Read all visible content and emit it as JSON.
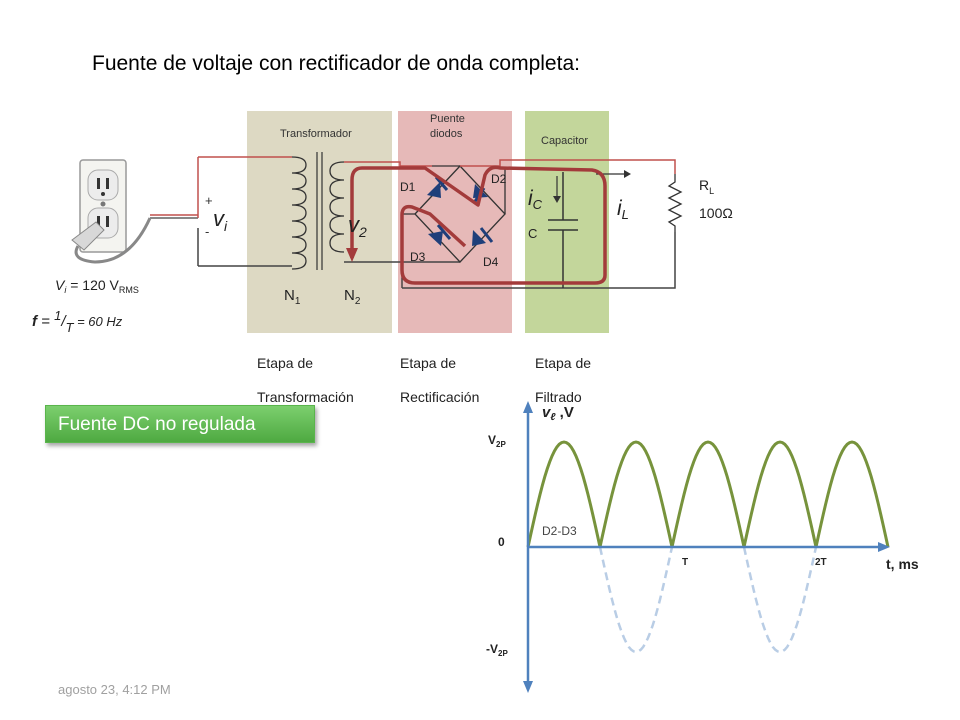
{
  "title": "Fuente de voltaje con rectificador de onda completa:",
  "stages": {
    "transformer": {
      "label": "Transformador",
      "name_line1": "Etapa de",
      "name_line2": "Transformación"
    },
    "bridge": {
      "label_line1": "Puente",
      "label_line2": "diodos",
      "name_line1": "Etapa de",
      "name_line2": "Rectificación"
    },
    "capacitor": {
      "label": "Capacitor",
      "name_line1": "Etapa de",
      "name_line2": "Filtrado"
    }
  },
  "colors": {
    "transformer_bg": "#ddd9c3",
    "bridge_bg": "#e6b9b8",
    "capacitor_bg": "#c3d69b",
    "current_path": "#a33b3b",
    "wave_solid": "#77933c",
    "wave_dashed": "#b9cde5",
    "axis": "#4f81bd",
    "button": "#5cb84c"
  },
  "circuit": {
    "plus": "+",
    "minus": "-",
    "vi": "v",
    "vi_sub": "i",
    "v2": "v",
    "v2_sub": "2",
    "n1": "N",
    "n1_sub": "1",
    "n2": "N",
    "n2_sub": "2",
    "source_v": "V",
    "source_v_sub": "i",
    "source_eq": " = 120 V",
    "source_unit": "RMS",
    "freq_f": "f",
    "freq_eq": " = ",
    "freq_num": "1",
    "freq_den": "T",
    "freq_val": " = 60 Hz",
    "d1": "D1",
    "d2": "D2",
    "d3": "D3",
    "d4": "D4",
    "ic": "i",
    "ic_sub": "C",
    "il": "i",
    "il_sub": "L",
    "c": "C",
    "rl": "R",
    "rl_sub": "L",
    "rl_value": "100Ω"
  },
  "button": {
    "label": "Fuente DC no regulada"
  },
  "graph": {
    "y_axis_label": "v",
    "y_axis_sub": "ℓ",
    "y_axis_unit": " ,V",
    "v2p": "V",
    "v2p_sub": "2P",
    "neg_v2p": "-V",
    "neg_v2p_sub": "2P",
    "zero": "0",
    "t_label": "T",
    "t2_label": "2T",
    "x_axis_label": "t, ms",
    "annotation": "D2-D3"
  },
  "footer": {
    "timestamp": "agosto 23, 4:12 PM"
  }
}
